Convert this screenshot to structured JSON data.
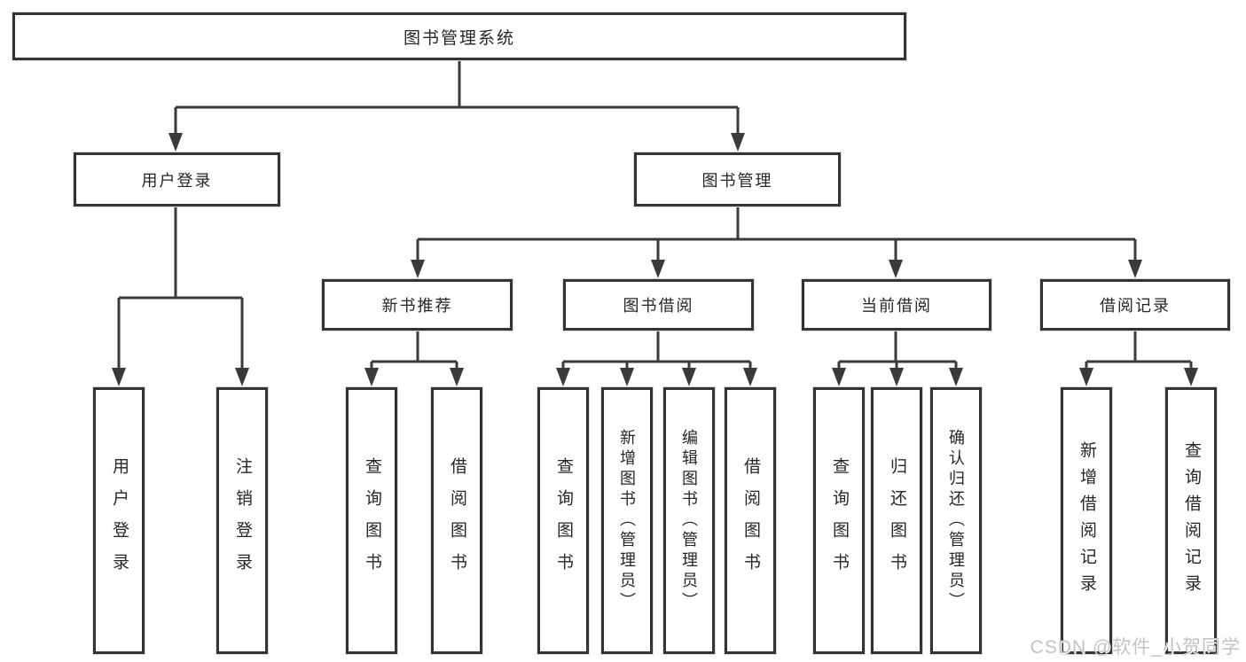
{
  "root": {
    "label": "图书管理系统"
  },
  "branches": [
    {
      "label": "用户登录",
      "children": [
        "用户登录",
        "注销登录"
      ]
    },
    {
      "label": "图书管理",
      "groups": [
        {
          "label": "新书推荐",
          "children": [
            "查询图书",
            "借阅图书"
          ]
        },
        {
          "label": "图书借阅",
          "children": [
            "查询图书",
            "新增图书（管理员）",
            "编辑图书（管理员）",
            "借阅图书"
          ]
        },
        {
          "label": "当前借阅",
          "children": [
            "查询图书",
            "归还图书",
            "确认归还（管理员）"
          ]
        },
        {
          "label": "借阅记录",
          "children": [
            "新增借阅记录",
            "查询借阅记录"
          ]
        }
      ]
    }
  ],
  "watermark": {
    "text": "CSDN @软件_小贺同学"
  },
  "colors": {
    "line": "#3a3a3a",
    "box_border": "#333333",
    "box_background": "#ffffff",
    "text": "#262626",
    "watermark": "#c3c3c3"
  }
}
